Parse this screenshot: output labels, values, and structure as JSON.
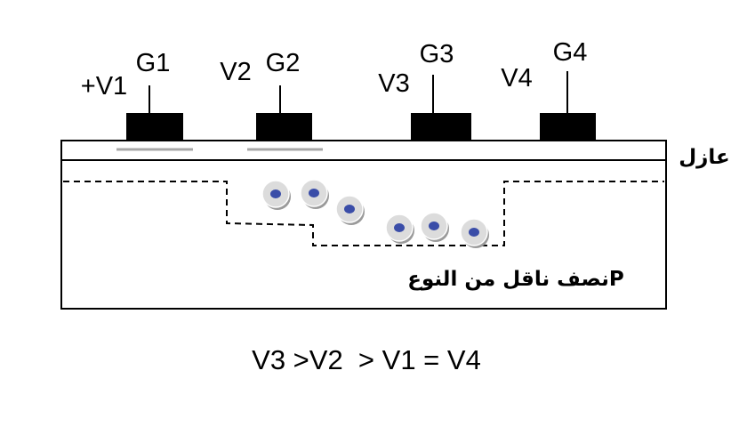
{
  "gates": [
    {
      "name": "G1",
      "voltage": "+V1"
    },
    {
      "name": "G2",
      "voltage": "V2"
    },
    {
      "name": "G3",
      "voltage": "V3"
    },
    {
      "name": "G4",
      "voltage": "V4"
    }
  ],
  "insulator_label": "عازل",
  "semiconductor_label": "نصف ناقل من النوعP",
  "relation": "V3 >V2  > V1 = V4",
  "colors": {
    "gate": "#000000",
    "outline": "#000000",
    "charge_layer": "#a8a8a8",
    "electron_core": "#3a4da8",
    "electron_shell": "#dcdcdc",
    "electron_shadow": "#9a9a9a"
  }
}
